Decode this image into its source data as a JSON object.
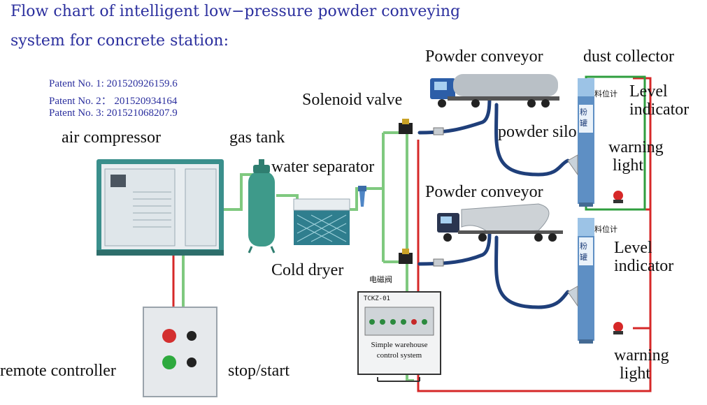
{
  "title": {
    "line1": "Flow chart of intelligent low−pressure powder conveying",
    "line2": "system for concrete station:"
  },
  "patents": [
    "Patent No. 1: 201520926159.6",
    "Patent No. 2： 201520934164",
    "Patent No. 3: 201521068207.9"
  ],
  "labels": {
    "air_compressor": "air compressor",
    "gas_tank": "gas tank",
    "water_separator": "water separator",
    "cold_dryer": "Cold dryer",
    "solenoid_valve": "Solenoid valve",
    "solenoid_valve_cn": "电磁阀",
    "powder_conveyor_1": "Powder conveyor",
    "powder_conveyor_2": "Powder conveyor",
    "dust_collector": "dust collector",
    "powder_silo": "powder silo",
    "level_indicator_1a": "Level",
    "level_indicator_1b": "indicator",
    "level_indicator_2a": "Level",
    "level_indicator_2b": "indicator",
    "warning_light_1a": "warning",
    "warning_light_1b": "light",
    "warning_light_2a": "warning",
    "warning_light_2b": "light",
    "remote_controller": "remote controller",
    "stop_start": "stop/start",
    "level_meter_cn_1": "料位计",
    "level_meter_cn_2": "料位计",
    "silo_cn_1": "粉罐",
    "silo_cn_2": "粉罐"
  },
  "control_panel": {
    "model": "TCKZ-01",
    "caption_line1": "Simple warehouse",
    "caption_line2": "control system"
  },
  "colors": {
    "title": "#2b2f9e",
    "air_line": "#7fc97f",
    "power_line": "#d62828",
    "silo_frame": "#2e9e3e",
    "conveying_hose": "#1f3f7a",
    "machine_teal": "#3a8f8c"
  }
}
